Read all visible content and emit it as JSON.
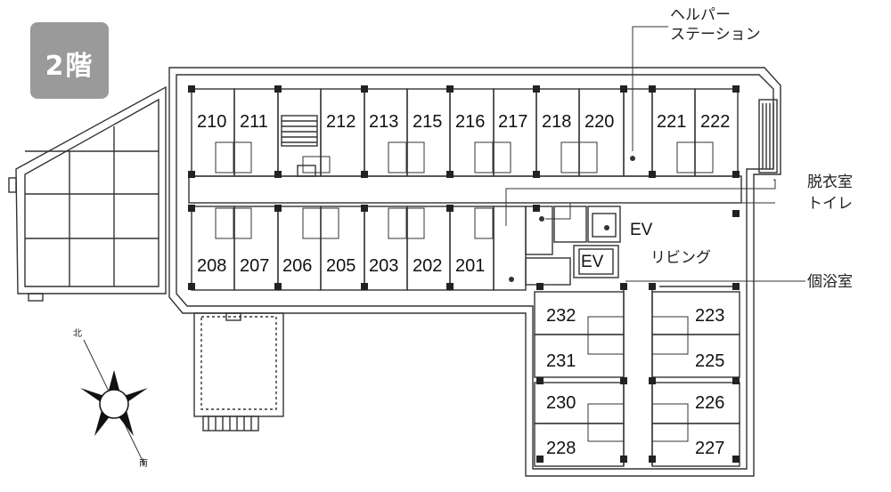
{
  "floor_badge": "2階",
  "rooms": {
    "r210": "210",
    "r211": "211",
    "r212": "212",
    "r213": "213",
    "r215": "215",
    "r216": "216",
    "r217": "217",
    "r218": "218",
    "r220": "220",
    "r221": "221",
    "r222": "222",
    "r208": "208",
    "r207": "207",
    "r206": "206",
    "r205": "205",
    "r203": "203",
    "r202": "202",
    "r201": "201",
    "r232": "232",
    "r231": "231",
    "r230": "230",
    "r228": "228",
    "r223": "223",
    "r225": "225",
    "r226": "226",
    "r227": "227"
  },
  "callouts": {
    "helper_line1": "ヘルパー",
    "helper_line2": "ステーション",
    "dressing": "脱衣室",
    "toilet": "トイレ",
    "bath": "個浴室",
    "living": "リビング",
    "ev_upper": "EV",
    "ev_lower": "EV"
  },
  "compass": {
    "north": "北",
    "south": "南"
  },
  "colors": {
    "badge": "#9a9a9a",
    "line": "#333333",
    "pillar": "#222222"
  }
}
